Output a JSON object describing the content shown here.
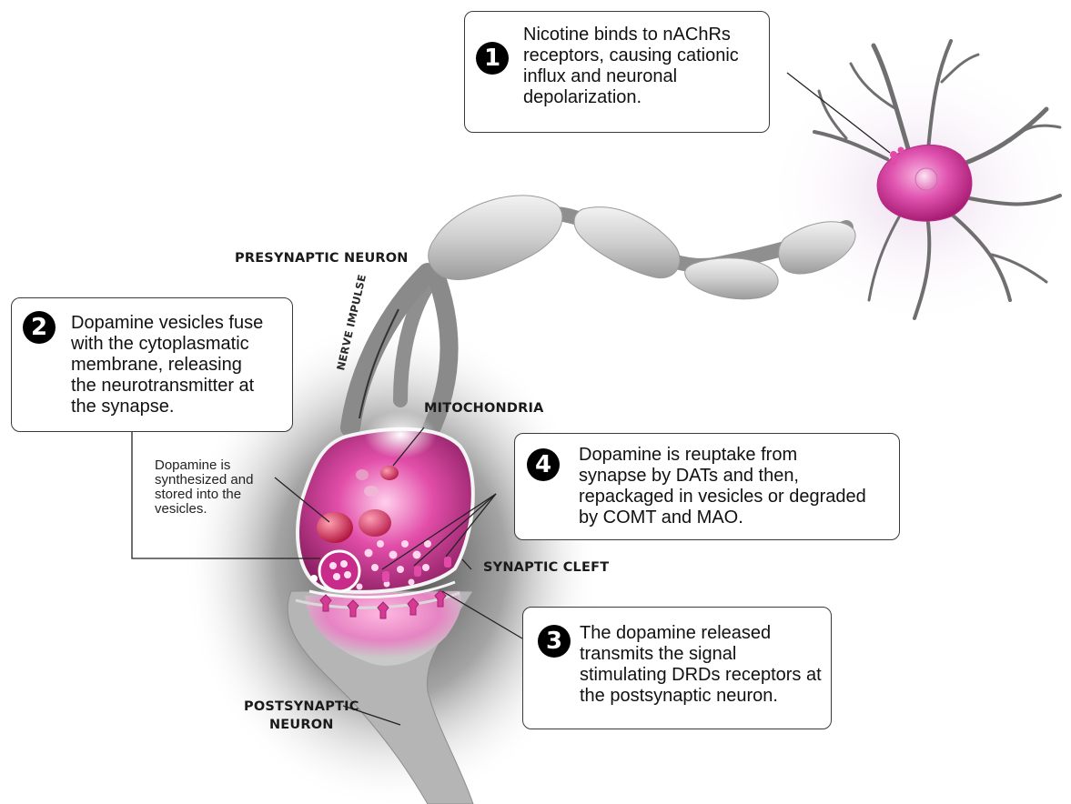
{
  "labels": {
    "presynaptic": "PRESYNAPTIC NEURON",
    "nerve_impulse": "NERVE IMPULSE",
    "mitochondria": "MITOCHONDRIA",
    "synaptic_cleft": "SYNAPTIC CLEFT",
    "postsynaptic_line1": "POSTSYNAPTIC",
    "postsynaptic_line2": "NEURON"
  },
  "dopamine_note": {
    "line1": "Dopamine is",
    "line2": "synthesized and",
    "line3": "stored into the",
    "line4": "vesicles."
  },
  "steps": [
    {
      "number": "1",
      "lines": [
        "Nicotine binds to nAChRs",
        "receptors, causing cationic",
        "influx and neuronal",
        "depolarization."
      ]
    },
    {
      "number": "2",
      "lines": [
        "Dopamine vesicles fuse",
        "with the cytoplasmatic",
        "membrane, releasing",
        "the neurotransmitter at",
        "the synapse."
      ]
    },
    {
      "number": "3",
      "lines": [
        "The dopamine released",
        "transmits the signal",
        "stimulating DRDs receptors at",
        "the postsynaptic neuron."
      ]
    },
    {
      "number": "4",
      "lines": [
        "Dopamine is reuptake from",
        "synapse by DATs and then,",
        "repackaged in vesicles or degraded",
        "by COMT and MAO."
      ]
    }
  ],
  "colors": {
    "neuron_gray": "#8a8a8a",
    "myelin": "#d6d6d6",
    "pink": "#e0399a",
    "cell_body": "#c42d8c",
    "dark_glow": "#2b2b2b"
  }
}
